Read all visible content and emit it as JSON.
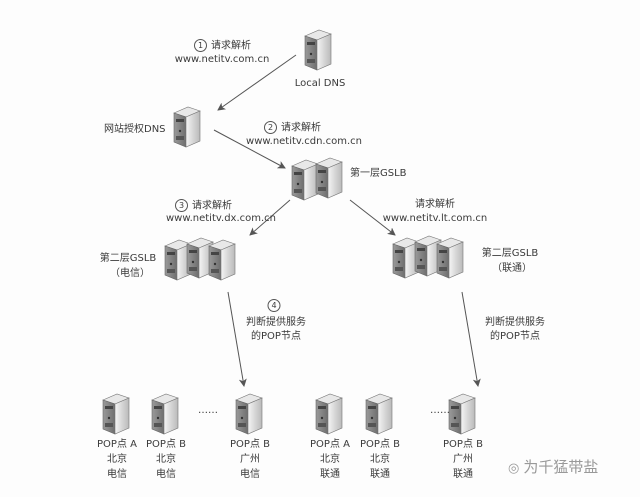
{
  "nodes": {
    "local_dns": "Local DNS",
    "auth_dns": "网站授权DNS",
    "gslb1": "第一层GSLB",
    "gslb2_left": {
      "name": "第二层GSLB",
      "isp": "（电信）"
    },
    "gslb2_right": {
      "name": "第二层GSLB",
      "isp": "（联通）"
    }
  },
  "steps": {
    "s1": {
      "num": "1",
      "action": "请求解析",
      "domain": "www.netitv.com.cn"
    },
    "s2": {
      "num": "2",
      "action": "请求解析",
      "domain": "www.netitv.cdn.com.cn"
    },
    "s3": {
      "num": "3",
      "action": "请求解析",
      "domain": "www.netitv.dx.com.cn"
    },
    "s3r": {
      "action": "请求解析",
      "domain": "www.netitv.lt.com.cn"
    },
    "s4": {
      "num": "4",
      "line1": "判断提供服务",
      "line2": "的POP节点"
    },
    "s4r": {
      "line1": "判断提供服务",
      "line2": "的POP节点"
    }
  },
  "pops": [
    {
      "name": "POP点 A",
      "city": "北京",
      "isp": "电信"
    },
    {
      "name": "POP点 B",
      "city": "北京",
      "isp": "电信"
    },
    {
      "name": "POP点 B",
      "city": "广州",
      "isp": "电信"
    },
    {
      "name": "POP点 A",
      "city": "北京",
      "isp": "联通"
    },
    {
      "name": "POP点 B",
      "city": "北京",
      "isp": "联通"
    },
    {
      "name": "POP点 B",
      "city": "广州",
      "isp": "联通"
    }
  ],
  "ellipsis": "……",
  "watermark": "为千猛带盐"
}
